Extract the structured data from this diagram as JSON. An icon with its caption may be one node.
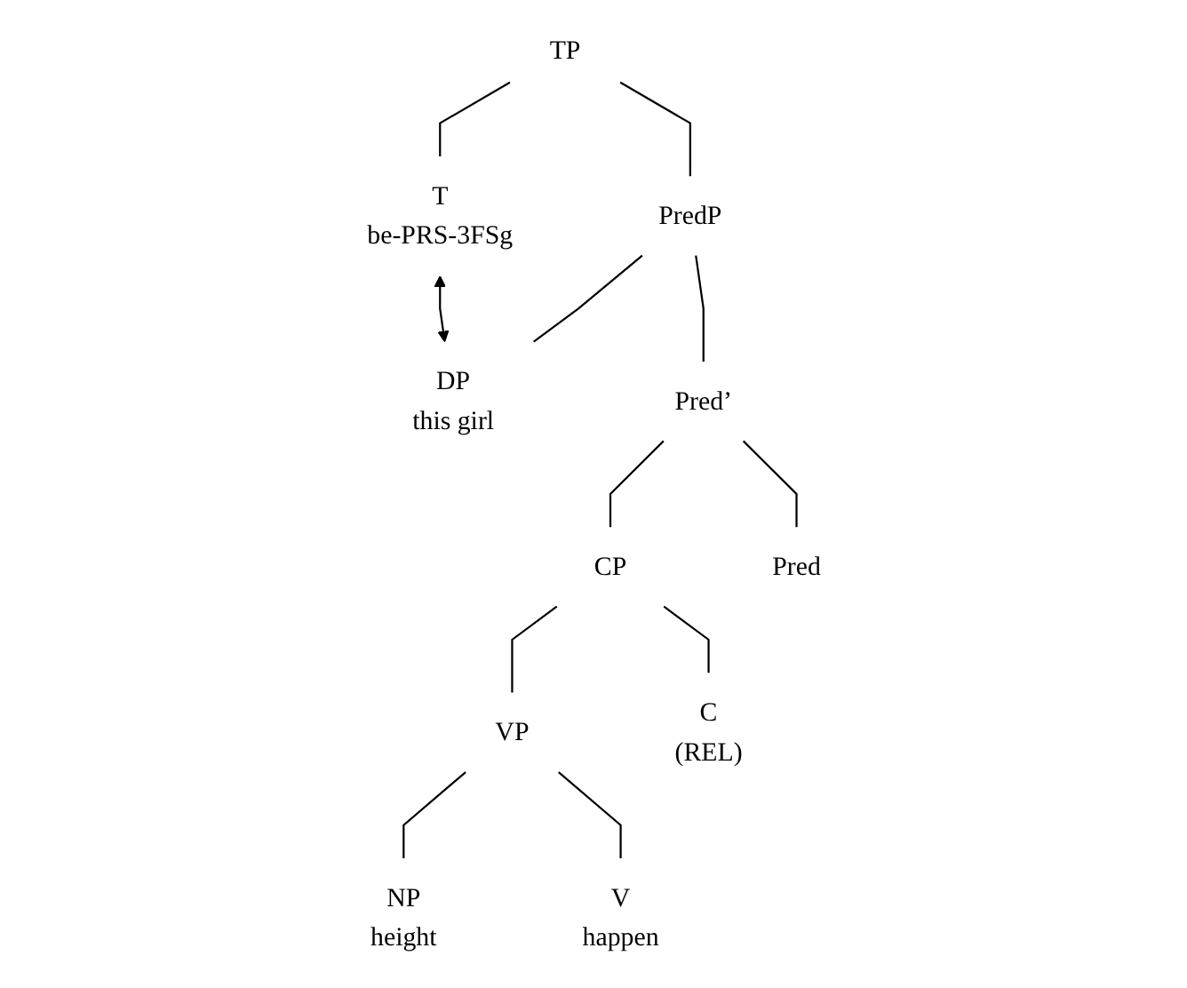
{
  "diagram": {
    "nodes": [
      {
        "text": [
          "TP"
        ]
      },
      {
        "text": [
          "PredP"
        ]
      },
      {
        "text": [
          "T",
          "be-PRS-3FSg"
        ]
      },
      {
        "text": [
          "DP",
          "this girl"
        ]
      },
      {
        "text": [
          "Pred’"
        ]
      },
      {
        "text": [
          "CP"
        ]
      },
      {
        "text": [
          "Pred"
        ]
      },
      {
        "text": [
          "VP"
        ]
      },
      {
        "text": [
          "C",
          "(REL)"
        ]
      },
      {
        "text": [
          "NP",
          "height"
        ]
      },
      {
        "text": [
          "V",
          "happen"
        ]
      }
    ],
    "edges": [
      {
        "from": 0,
        "to": 1,
        "arrow": "none"
      },
      {
        "from": 0,
        "to": 2,
        "arrow": "none"
      },
      {
        "from": 1,
        "to": 3,
        "arrow": "none"
      },
      {
        "from": 1,
        "to": 4,
        "arrow": "none"
      },
      {
        "from": 4,
        "to": 5,
        "arrow": "none"
      },
      {
        "from": 4,
        "to": 6,
        "arrow": "none"
      },
      {
        "from": 5,
        "to": 7,
        "arrow": "none"
      },
      {
        "from": 5,
        "to": 8,
        "arrow": "none"
      },
      {
        "from": 7,
        "to": 9,
        "arrow": "none"
      },
      {
        "from": 7,
        "to": 10,
        "arrow": "none"
      },
      {
        "from": 3,
        "to": 2,
        "arrow": "both"
      }
    ]
  }
}
